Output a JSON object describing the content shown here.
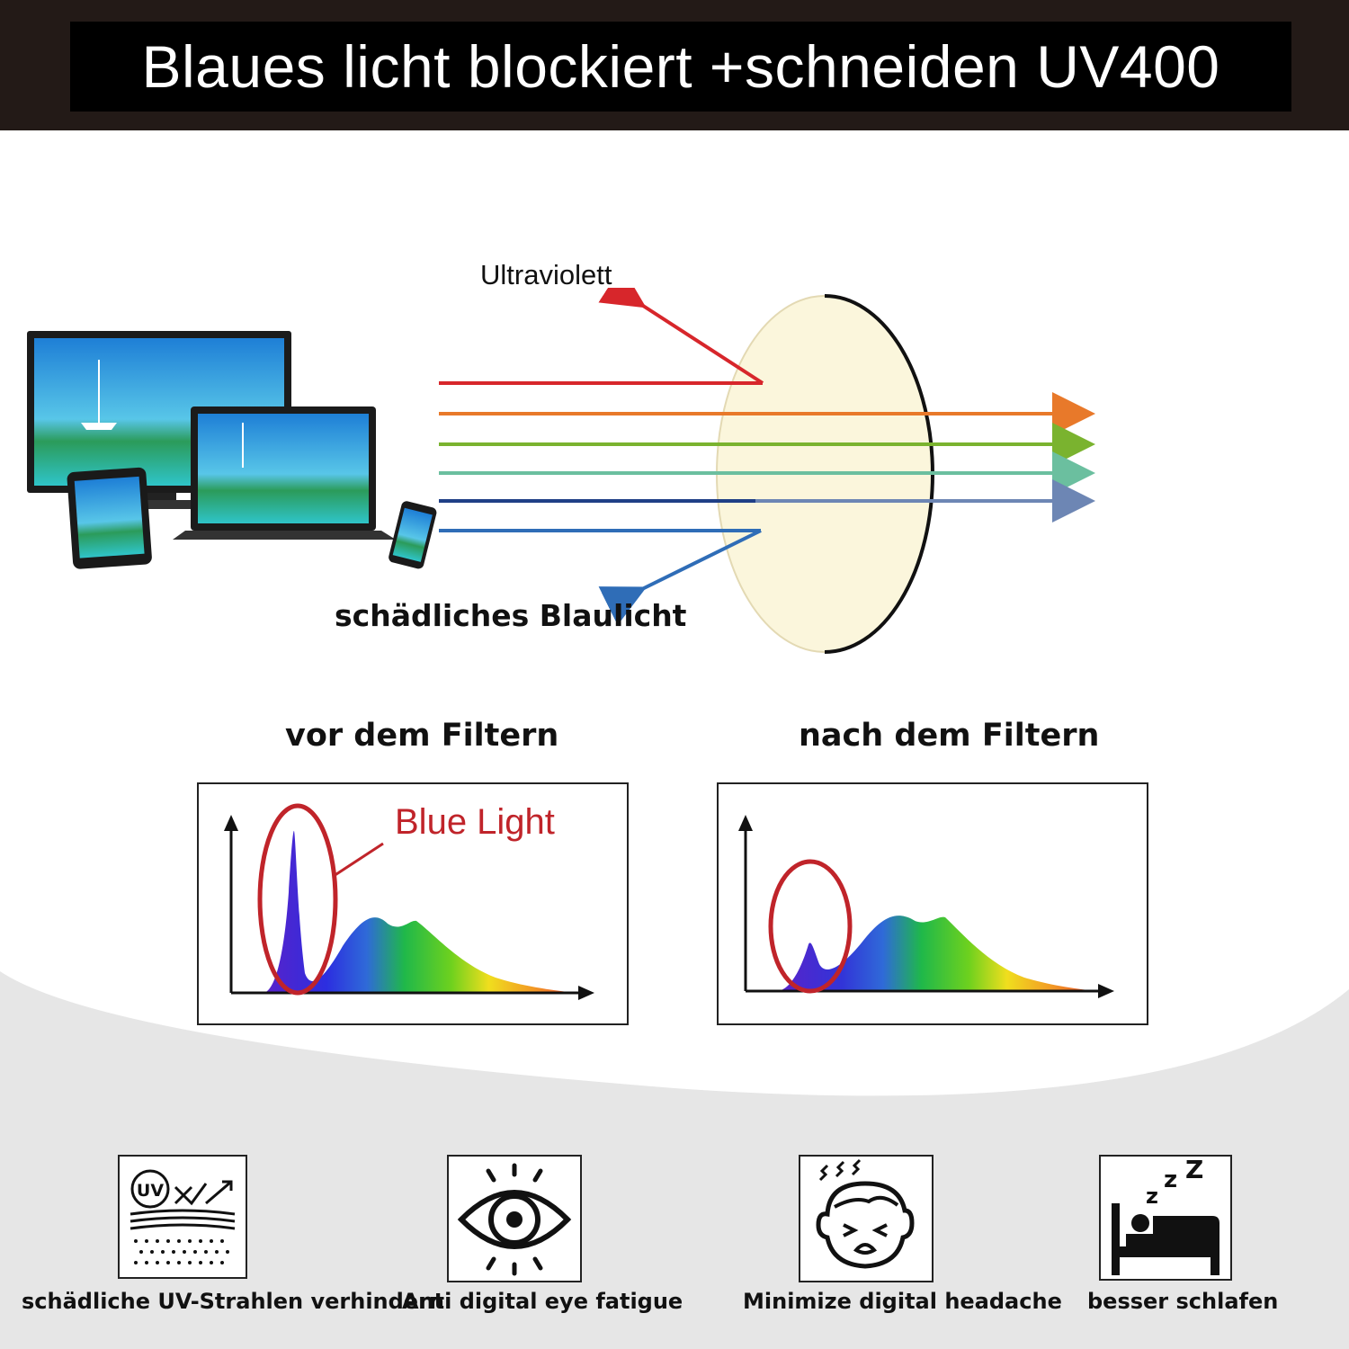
{
  "header": {
    "title": "Blaues licht blockiert +schneiden UV400"
  },
  "diagram": {
    "uv_label": "Ultraviolett",
    "blue_label": "schädliches Blaulicht"
  },
  "filters": {
    "before_label": "vor dem Filtern",
    "after_label": "nach dem Filtern",
    "blue_light_label": "Blue Light"
  },
  "features": [
    {
      "icon": "uv-protection-icon",
      "caption": "schädliche UV-Strahlen verhindern"
    },
    {
      "icon": "eye-icon",
      "caption": "Anti digital eye fatigue"
    },
    {
      "icon": "headache-face-icon",
      "caption": "Minimize digital headache"
    },
    {
      "icon": "sleep-bed-icon",
      "caption": "besser schlafen"
    }
  ],
  "colors": {
    "uv_ray": "#d7262b",
    "orange_ray": "#e8792a",
    "green_ray": "#7ab32f",
    "teal_ray": "#6bbf9f",
    "navy_ray": "#1f3f86",
    "blue_ray": "#2f6db7",
    "lens_fill": "#fbf6dc"
  }
}
